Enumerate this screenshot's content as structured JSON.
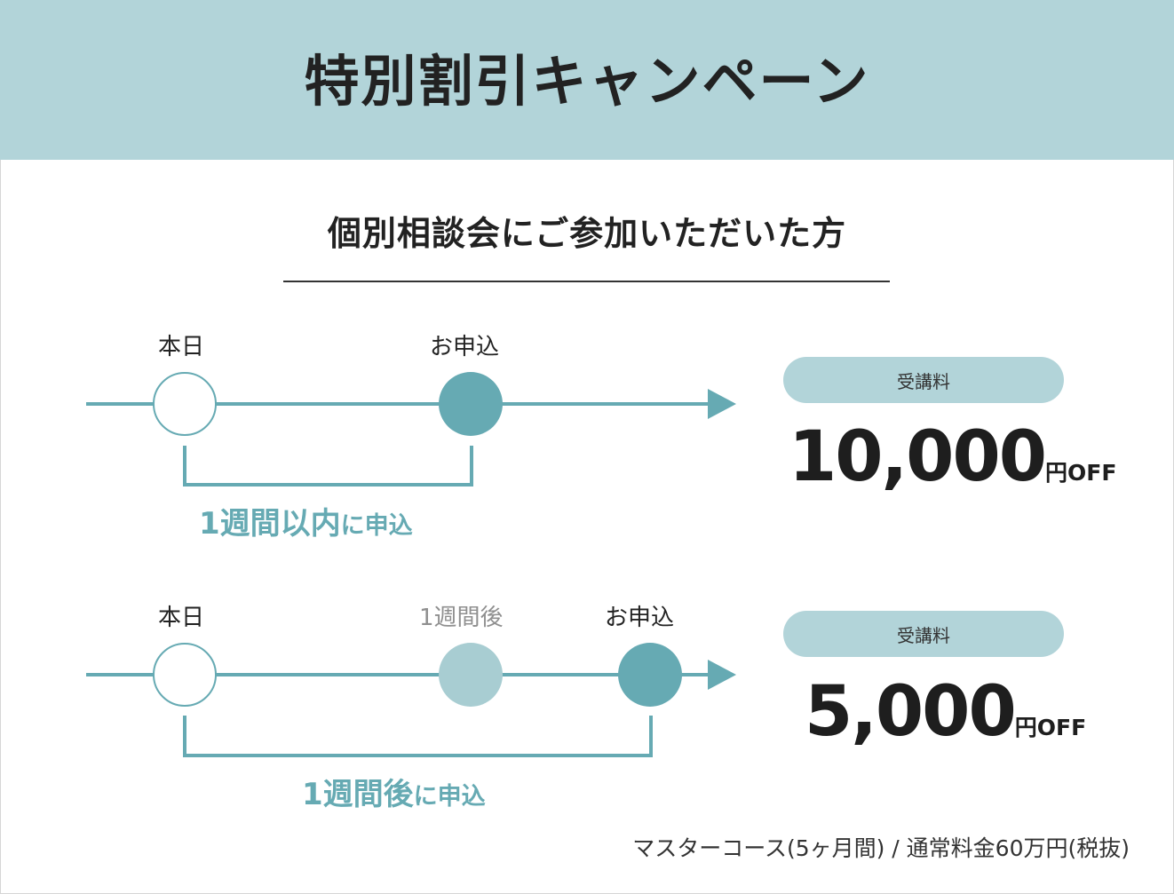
{
  "header": {
    "title": "特別割引キャンペーン"
  },
  "subtitle": "個別相談会にご参加いただいた方",
  "plan1": {
    "today_label": "本日",
    "apply_label": "お申込",
    "period_main": "1週間以内",
    "period_suffix": "に申込",
    "fee_label": "受講料",
    "discount_amount": "10,000",
    "discount_unit": "円OFF"
  },
  "plan2": {
    "today_label": "本日",
    "week_label": "1週間後",
    "apply_label": "お申込",
    "period_main": "1週間後",
    "period_suffix": "に申込",
    "fee_label": "受講料",
    "discount_amount": "5,000",
    "discount_unit": "円OFF"
  },
  "footnote": "マスターコース(5ヶ月間) / 通常料金60万円(税抜)",
  "colors": {
    "accent": "#66aab3",
    "banner": "#b2d4d9",
    "light_node": "#a8cdd2"
  }
}
